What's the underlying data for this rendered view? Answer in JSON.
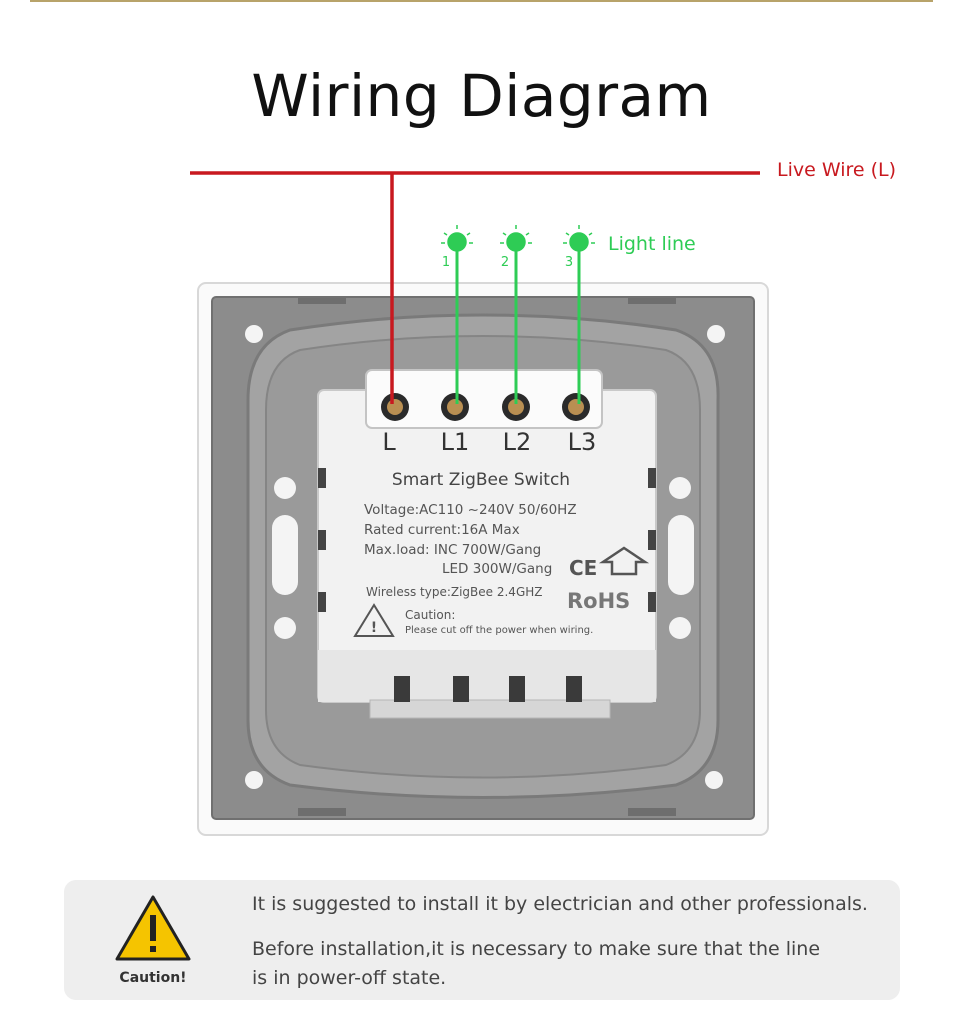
{
  "title": "Wiring Diagram",
  "labels": {
    "live_wire": "Live Wire (L)",
    "light_line": "Light line",
    "bulb_numbers": [
      "1",
      "2",
      "3"
    ],
    "terminals": [
      "L",
      "L1",
      "L2",
      "L3"
    ]
  },
  "module": {
    "name": "Smart ZigBee Switch",
    "voltage": "Voltage:AC110 ~240V  50/60HZ",
    "rated_current": "Rated current:16A Max",
    "max_load": "Max.load: INC 700W/Gang",
    "led_load": "LED 300W/Gang",
    "ce_mark": "CE",
    "wireless": "Wireless type:ZigBee 2.4GHZ",
    "rohs": "RoHS",
    "caution_title": "Caution:",
    "caution_text": "Please cut off the power when wiring."
  },
  "notice": {
    "caution_label": "Caution!",
    "line1": "It is suggested to install it by electrician and other professionals.",
    "line2": "Before installation,it is necessary to make sure that the line is in power-off state."
  },
  "colors": {
    "live_wire": "#c8191f",
    "light_wire": "#2ecc55",
    "plate": "#8c8c8c",
    "module": "#f2f2f2",
    "warning_yellow": "#f5c400"
  }
}
